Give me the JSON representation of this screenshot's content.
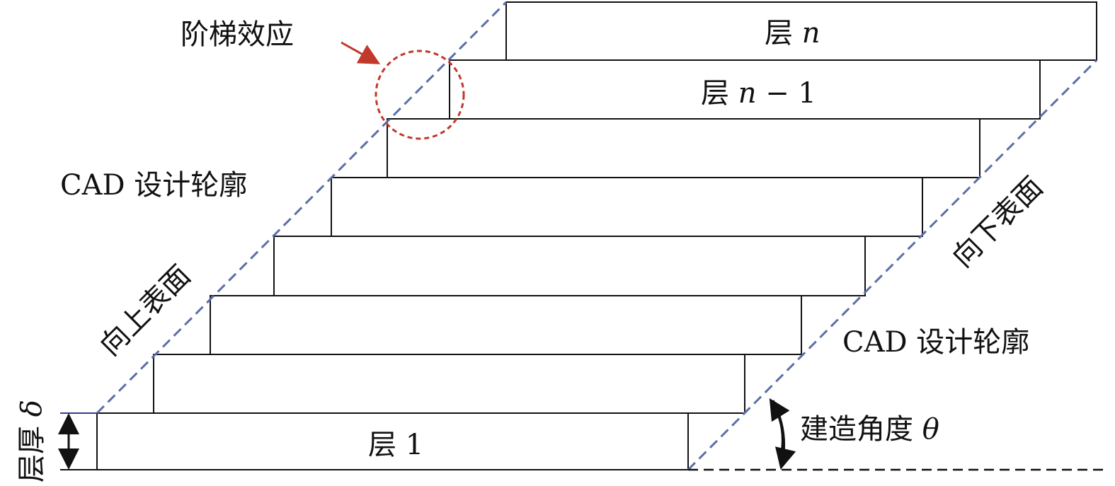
{
  "labels": {
    "stair_effect": "阶梯效应",
    "cad_left": "CAD 设计轮廓",
    "cad_right": "CAD 设计轮廓",
    "upward_surface": "向上表面",
    "downward_surface": "向下表面",
    "build_angle": "建造角度",
    "build_angle_symbol": "θ",
    "layer_thickness": "层厚",
    "layer_thickness_symbol": "δ",
    "layer_prefix": "层",
    "layer_n_var": "n",
    "layer_n1_var": "n",
    "layer_n1_suffix": " − 1",
    "layer_1_num": " 1"
  },
  "colors": {
    "contour": "#5b6fa8",
    "highlight": "#c0392b",
    "stroke": "#111111"
  },
  "layer_count_drawn": 8
}
